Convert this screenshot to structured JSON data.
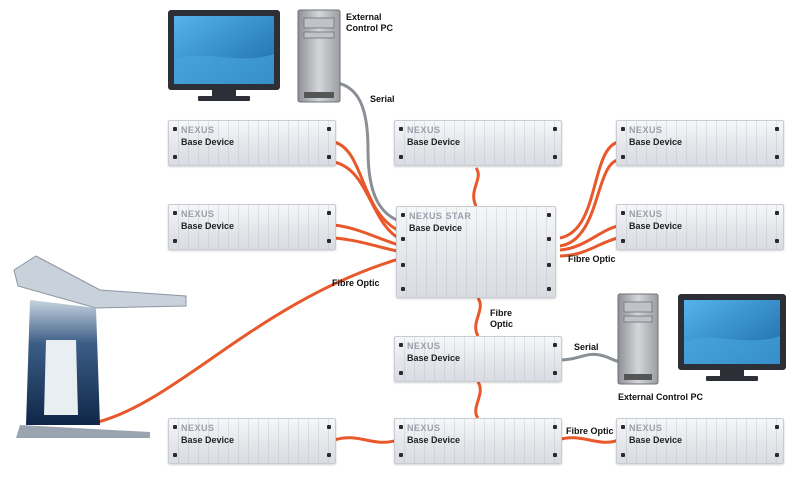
{
  "devices": {
    "base_left_1": {
      "brand": "NEXUS",
      "model": "Base Device"
    },
    "base_left_2": {
      "brand": "NEXUS",
      "model": "Base Device"
    },
    "base_top_mid": {
      "brand": "NEXUS",
      "model": "Base Device"
    },
    "base_right_1": {
      "brand": "NEXUS",
      "model": "Base Device"
    },
    "base_right_2": {
      "brand": "NEXUS",
      "model": "Base Device"
    },
    "star": {
      "brand": "NEXUS STAR",
      "model": "Base Device"
    },
    "base_mid": {
      "brand": "NEXUS",
      "model": "Base Device"
    },
    "base_bot_left": {
      "brand": "NEXUS",
      "model": "Base Device"
    },
    "base_bot_mid": {
      "brand": "NEXUS",
      "model": "Base Device"
    },
    "base_bot_right": {
      "brand": "NEXUS",
      "model": "Base Device"
    }
  },
  "labels": {
    "pc_top_line1": "External",
    "pc_top_line2": "Control PC",
    "serial_top": "Serial",
    "fibre_left": "Fibre Optic",
    "fibre_right": "Fibre Optic",
    "fibre_mid_line1": "Fibre",
    "fibre_mid_line2": "Optic",
    "serial_mid": "Serial",
    "pc_bottom": "External Control PC",
    "fibre_bottom": "Fibre Optic"
  },
  "colors": {
    "fibre": "#e8582a",
    "serial": "#8a8f96",
    "monitor_screen": "#2b86c8",
    "console_dark": "#0f2748"
  },
  "icons": [
    "monitor-icon",
    "pc-tower-icon",
    "mixing-console-icon"
  ]
}
